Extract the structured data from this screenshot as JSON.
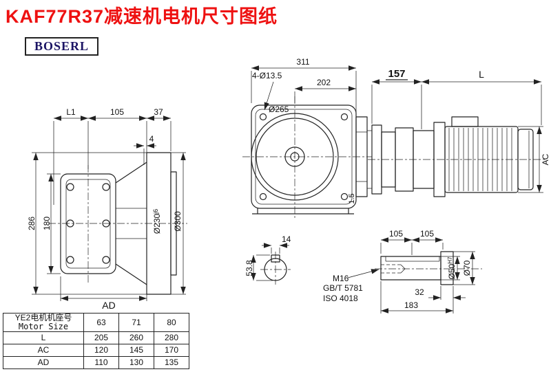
{
  "page": {
    "title": "KAF77R37减速机电机尺寸图纸",
    "brand": "BOSERL"
  },
  "colors": {
    "title_red": "#ee1111",
    "brand_navy": "#1b1464",
    "line": "#222222"
  },
  "side_view": {
    "L1": "L1",
    "d105": "105",
    "d37": "37",
    "d4": "4",
    "d286": "286",
    "d180": "180",
    "AD": "AD",
    "d230": "Ø230",
    "d230_fit": "j6",
    "d300": "Ø300"
  },
  "front_view": {
    "d311": "311",
    "d202": "202",
    "holes": "4-Ø13.5",
    "d265": "Ø265",
    "d15": "1.5"
  },
  "motor_view": {
    "d157": "157",
    "L": "L",
    "AC": "AC"
  },
  "shaft_end_view": {
    "d14": "14",
    "d538": "53.8"
  },
  "shaft_detail": {
    "d105a": "105",
    "d105b": "105",
    "thread": "M16",
    "std1": "GB/T 5781",
    "std2": "ISO 4018",
    "d32": "32",
    "d183": "183",
    "d50": "Ø50",
    "d50_fit": "H7",
    "d70": "Ø70"
  },
  "table": {
    "header_cn": "YE2电机机座号",
    "header_en": "Motor Size",
    "sizes": [
      "63",
      "71",
      "80"
    ],
    "rows": [
      {
        "label": "L",
        "values": [
          "205",
          "260",
          "280"
        ]
      },
      {
        "label": "AC",
        "values": [
          "120",
          "145",
          "170"
        ]
      },
      {
        "label": "AD",
        "values": [
          "110",
          "130",
          "135"
        ]
      }
    ]
  }
}
